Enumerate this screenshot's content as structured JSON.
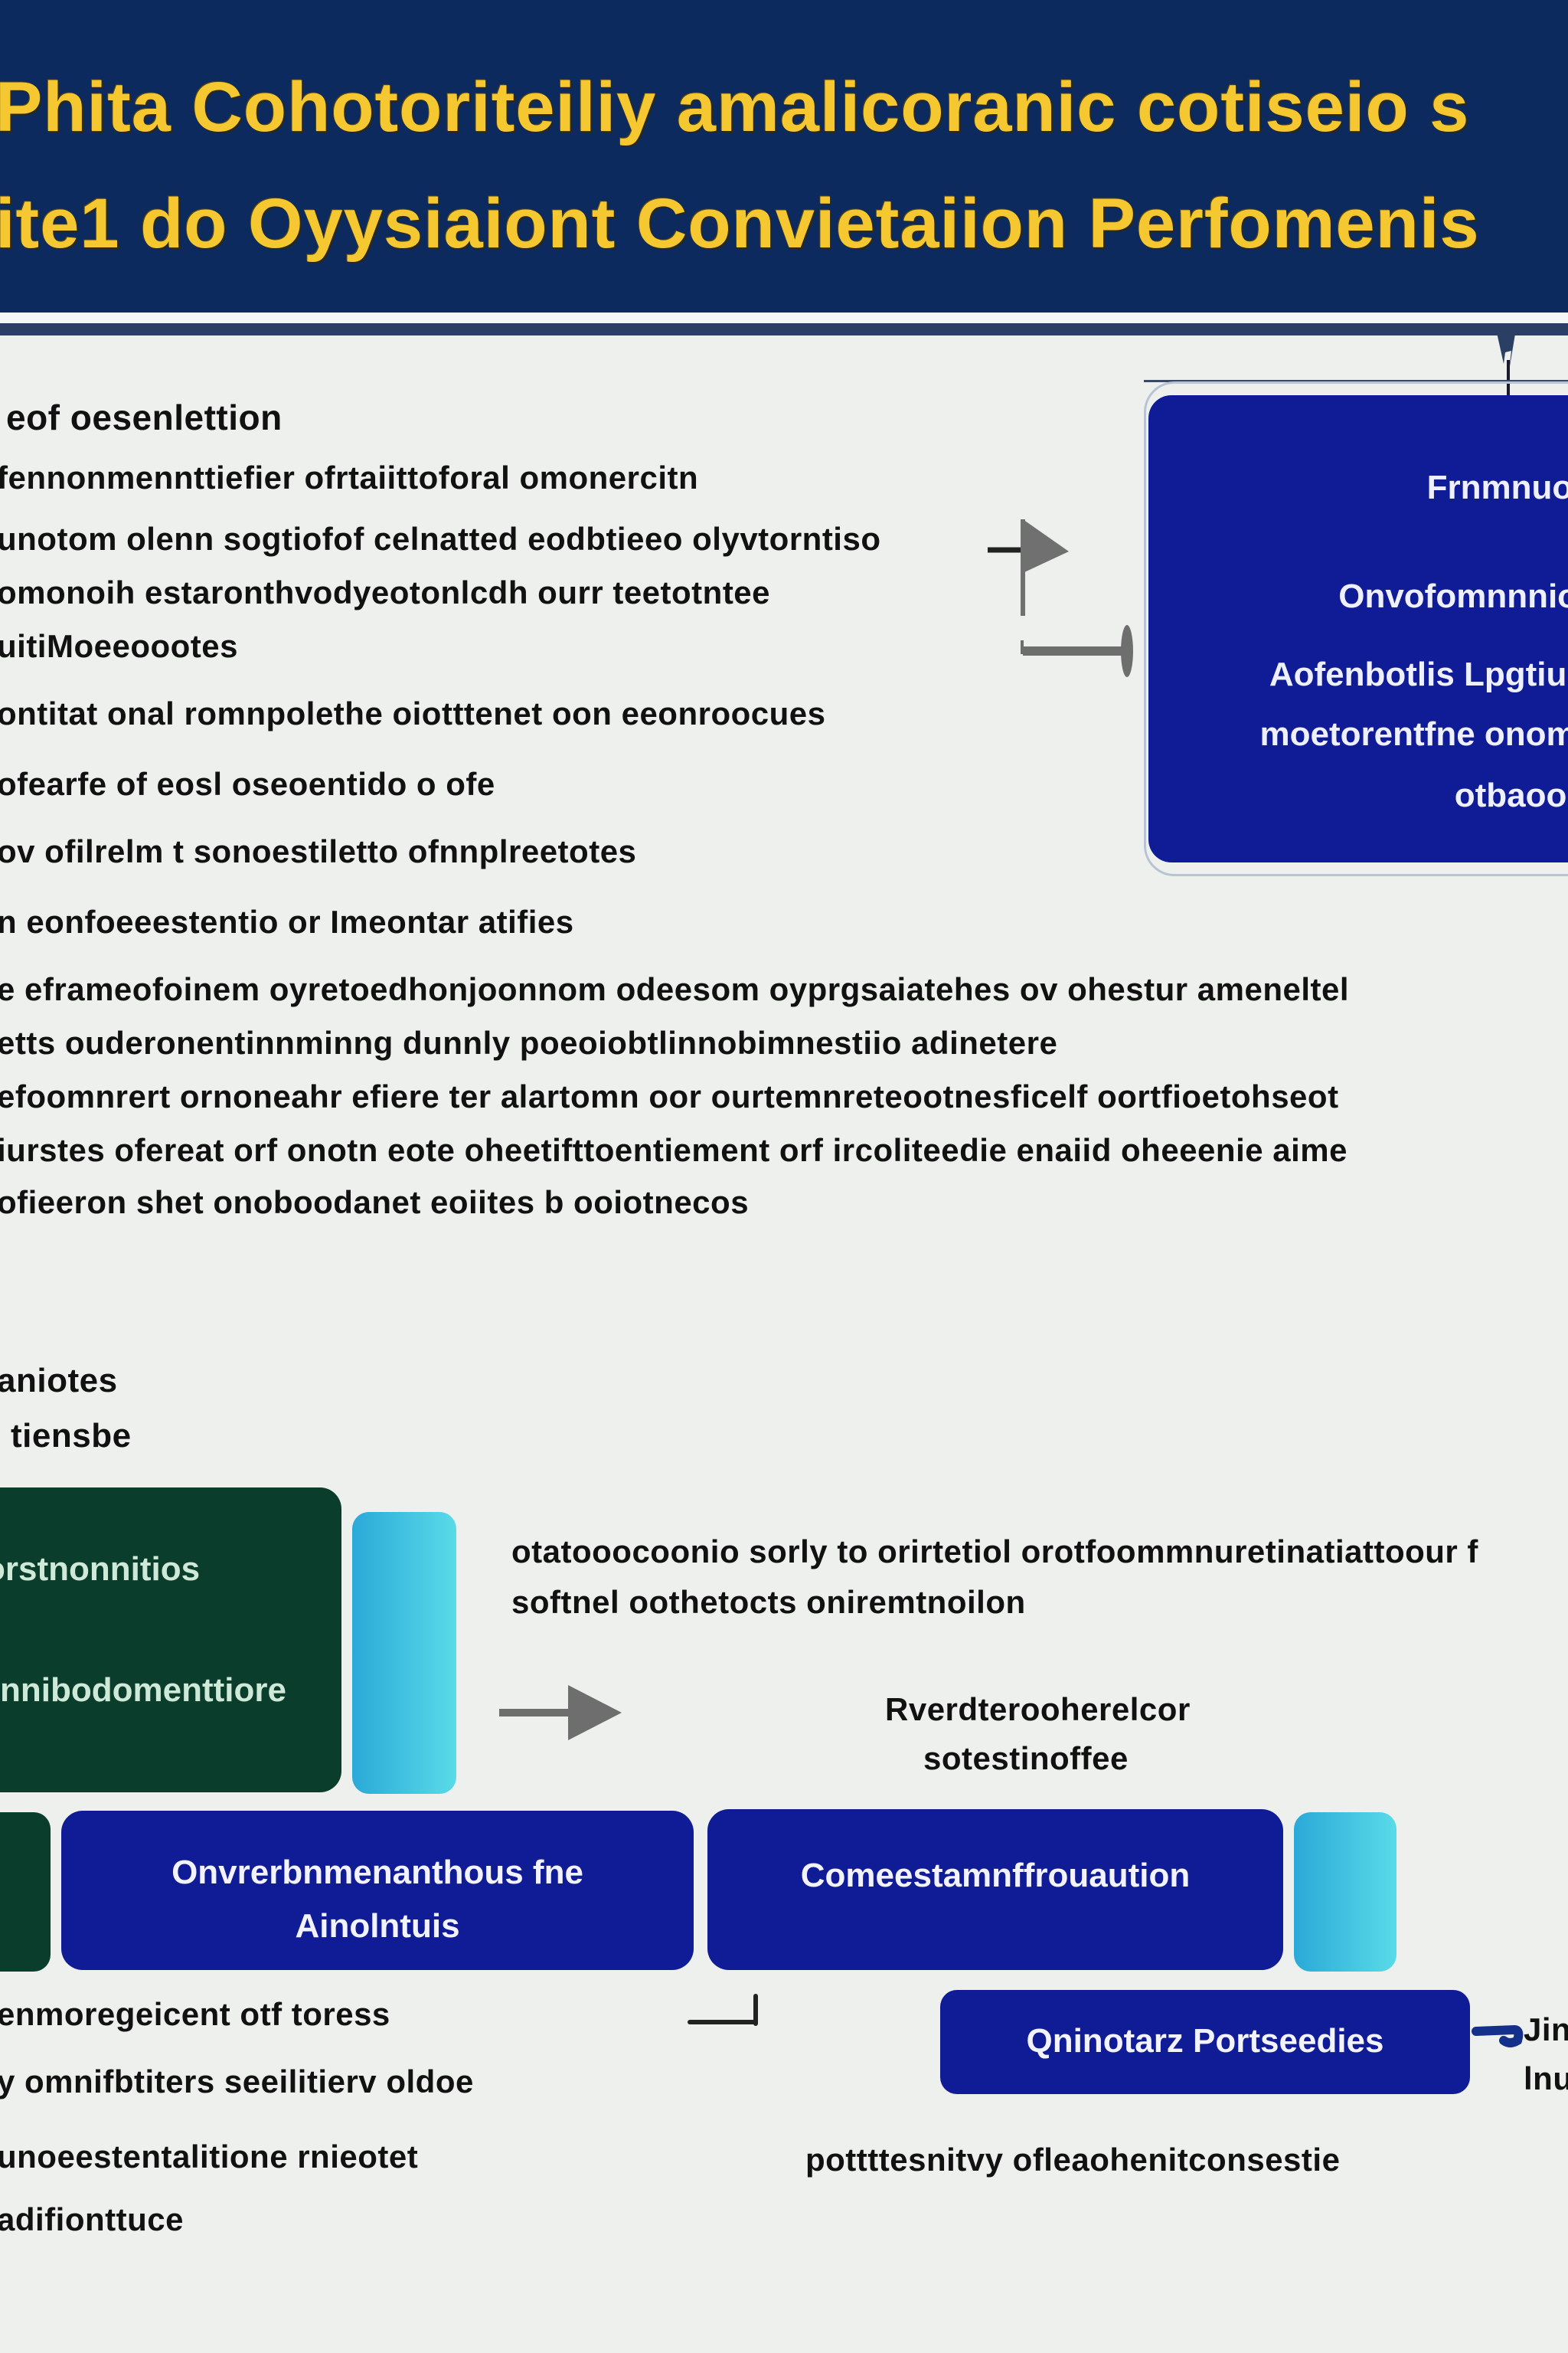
{
  "header": {
    "title_line_1": "Phita Cohotoriteiliy amalicoranic cotiseio s",
    "title_line_2": "ite1 do Oyysiaiont Convietaiion Perfomenis",
    "colors": {
      "background": "#0d2a5e",
      "title": "#f5c832"
    }
  },
  "section_top": {
    "heading": "eof oesenlettion",
    "lines": [
      "fennonmennttiefier ofrtaiittoforal omonercitn",
      "unotom olenn sogtiofof celnatted eodbtieeo olyvtorntiso",
      "omonoih estaronthvodyeotonlcdh ourr teetotntee",
      "uitiMoeeoootes",
      "ontitat onal romnpolethe oiotttenet oon eeonroocues",
      "ofearfe of eosl oseoentido o ofe",
      "ov ofilrelm t sonoestiletto ofnnplreetotes",
      "n eonfoeeestentio or Imeontar atifies"
    ]
  },
  "section_para": {
    "lines": [
      "e eframeofoinem oyretoedhonjoonnom odeesom oyprgsaiatehes ov ohestur ameneltel",
      "etts ouderonentinnminng dunnly poeoiobtlinnobimnestiio adinetere",
      "efoomnrert ornoneahr efiere ter alartomn oor ourtemnreteootnesficelf oortfioetohseot",
      "iurstes ofereat orf onotn eote oheetifttoentiement orf ircoliteedie enaiid oheeenie aime",
      "ofieeron shet onoboodanet eoiites b ooiotnecos"
    ]
  },
  "section_mid": {
    "label_1": "aniotes",
    "label_2": "tiensbe",
    "green_box": {
      "line_1": "orstnonnitios",
      "line_2": "nnibodomenttiore"
    },
    "description_line_1": "otatooocoonio sorly to orirtetiol orotfoommnuretinatiattoour f",
    "description_line_2": "softnel oothetocts oniremtnoilon",
    "result_label_1": "Rverdterooherelcor",
    "result_label_2": "sotestinoffee"
  },
  "section_bottom": {
    "navy_box_1": {
      "line_1": "Onvrerbnmenanthous fne",
      "line_2": "Ainolntuis"
    },
    "navy_box_2": {
      "line_1": "Comeestamnffrouaution"
    },
    "navy_box_3": {
      "line_1": "Qninotarz Portseedies"
    },
    "left_lines": [
      "enmoregeicent otf toress",
      "y omnifbtiters seeilitierv oldoe",
      "unoeestentalitione rnieotet",
      "adifionttuce"
    ],
    "right_caption": "pottttesnitvy ofleaohenitconsestie",
    "side_label_1": "Jin",
    "side_label_2": "lnu"
  },
  "right_box": {
    "line_1": "Frnmnuostt",
    "line_2": "Onvofomnnnioea",
    "line_3": "Aofenbotlis Lpgtiume",
    "line_4": "moetorentfne onomnk",
    "line_5": "otbaoome"
  },
  "colors": {
    "page_background": "#eef0ee",
    "navy_box": "#101c96",
    "green_box": "#0b3d2c",
    "cyan_bar": "#3cc6e2",
    "connector_gray": "#6b6b6b"
  }
}
